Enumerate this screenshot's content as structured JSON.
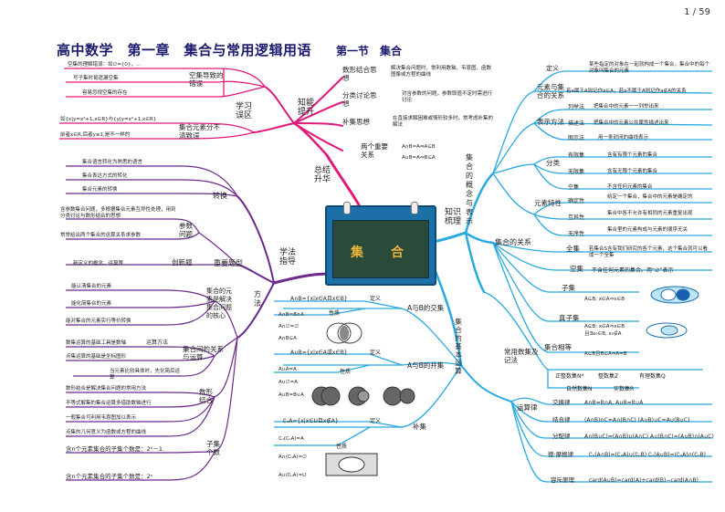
{
  "page": {
    "number": "1 / 59"
  },
  "title": "高中数学　第一章　集合与常用逻辑用语",
  "subtitle": "第一节　集合",
  "center": {
    "label": "集　合"
  },
  "branches": {
    "summary": {
      "label": "总结升华",
      "zhineng": {
        "label": "知能提升",
        "items": [
          {
            "label": "数形结合思想",
            "desc": "解决集合问题时，常利用数轴、韦恩图、函数图像或方程的曲线"
          },
          {
            "label": "分类讨论思想",
            "desc": "对含参数的问题，参数取值不定时需进行讨论"
          },
          {
            "label": "补集思想",
            "desc": "在直接求解困难或情形较多时，常考虑补集的解法"
          },
          {
            "label": "两个重要关系",
            "desc1": "A∩B=A⇔A⊆B",
            "desc2": "A∪B=A⇔B⊆A"
          }
        ]
      },
      "xuexi": {
        "label": "学习误区",
        "items": [
          {
            "label": "空集导致的错误",
            "notes": [
              "空集的理解错误：如∅={0}，…",
              "写子集时易遗漏空集",
              "容易忽视空集的存在"
            ]
          },
          {
            "label": "集合元素分不清致误",
            "notes": [
              "如{x|y=x²+1,x∈R}与{y|y=x²+1,x∈R}",
              "前者x∈R,后者y≥1,是不一样的"
            ]
          }
        ]
      }
    },
    "method": {
      "label": "学法指导",
      "zhuanhuan": {
        "label": "转换",
        "notes": [
          "集合语言转化为熟悉的语言",
          "集合表达方式的转化",
          "集合元素的转换"
        ]
      },
      "tixing": {
        "label": "重要题型",
        "canshu": {
          "label": "参数问题",
          "notes": [
            "含参数集合问题，多根据集合元素互异性处理，用到分类讨论与数形结合的思想",
            "常常给出两个集合的运算关系求参数"
          ]
        },
        "chuangxin": {
          "label": "创新题",
          "notes": [
            "新定义的概念、运算等"
          ]
        }
      },
      "fangfa": {
        "label": "方法",
        "hexin": {
          "label": "集合的元素是解决集合问题的核心",
          "notes": [
            "能认清集合的元素",
            "能化简集合的元素",
            "能对集合的元素实行等价转换"
          ]
        },
        "guanxi": {
          "label": "集合间的关系与运算",
          "sub": "运算方法",
          "notes": [
            "数集运算的基础工具是数轴",
            "点集运算的基础是坐标图形",
            "当元素比较具体时，先化简后运算"
          ]
        },
        "shuxing": {
          "label": "数形结合",
          "notes": [
            "数形结合是解决集合问题的常用方法",
            "不等式解集的集合运算多借助数轴进行",
            "一般集合可利用韦恩图加以表示",
            "点集的几何意义为函数或方程的曲线"
          ]
        },
        "ziji": {
          "label": "子集个数",
          "notes": [
            "含n个元素集合的子集个数是：2ⁿ－1",
            "含n个元素集合的子集个数是：2ⁿ"
          ]
        }
      }
    },
    "knowledge": {
      "label": "知识梳理",
      "concept": {
        "label": "集合的概念与表示",
        "yuansu": {
          "label": "元素与集合的关系",
          "items": [
            {
              "label": "定义",
              "note": "某些指定的对象在一起就构成一个集合，集合中的每个对象叫集合的元素"
            },
            {
              "label": "",
              "note": "若a属于A则记作a∈A，若a不属于A则记作a∉A的关系"
            }
          ]
        },
        "biaoshi": {
          "label": "表示方法",
          "items": [
            {
              "label": "列举法",
              "note": "把集合中的元素一一列举出来"
            },
            {
              "label": "描述法",
              "note": "把集合中的元素公共属性描述出来"
            },
            {
              "label": "图示法",
              "note": "用一条封闭的曲线表示"
            }
          ]
        },
        "fenlei": {
          "label": "分类",
          "items": [
            {
              "label": "有限集",
              "note": "含有有限个元素的集合"
            },
            {
              "label": "无限集",
              "note": "含有无限个元素的集合"
            },
            {
              "label": "空集",
              "note": "不含任何元素的集合"
            }
          ]
        },
        "texing": {
          "label": "元素特性",
          "items": [
            {
              "label": "确定性",
              "note": "给定一个集合，集合中的元素是确定的"
            },
            {
              "label": "互异性",
              "note": "集合中各不允许有相同的元素重复出现"
            },
            {
              "label": "无序性",
              "note": "集合里的元素构成与元素的顺序无关"
            }
          ]
        }
      },
      "relation": {
        "label": "集合的关系",
        "quanji": {
          "label": "全集",
          "note": "若集合S含有我们研究的各个元素，这个集合就可以看成一个全集"
        },
        "kongji": {
          "label": "空集",
          "note": "不含任何元素的集合。用“∅”表示"
        },
        "ziji": {
          "label": "子集",
          "note": "A⊆B; x∈A⇒x∈B"
        },
        "zhenziji": {
          "label": "真子集",
          "note1": "A⊊B; x∈A⇒x∈B",
          "note2": "且∃x₀∈B, x₀∉A"
        },
        "xiangdeng": {
          "label": "集合相等",
          "note": "A⊆B且B⊆A⇔A=B"
        }
      },
      "symbols": {
        "label": "常用数集及记法",
        "items": [
          {
            "label": "正整数集N*"
          },
          {
            "label": "整数集Z"
          },
          {
            "label": "有理数集Q"
          },
          {
            "label": "自然数集N"
          },
          {
            "label": "实数集R"
          }
        ]
      },
      "operations": {
        "label": "集合的基本运算",
        "jiao": {
          "label": "A与B的交集",
          "def": "A∩B={x|x∈A且x∈B}",
          "deflabel": "定义",
          "prop": "性质",
          "props": [
            "A∩B=B∩A",
            "A∩∅=∅",
            "A∩B⊆A"
          ]
        },
        "bing": {
          "label": "A与B的并集",
          "def": "A∪B={x|x∈A或x∈B}",
          "deflabel": "定义",
          "prop": "性质",
          "props": [
            "A∪A=A",
            "A∪∅=A",
            "A∪B=B∪A"
          ]
        },
        "bu": {
          "label": "补集",
          "def": "∁ᵤA={x|x∈U且x∉A}",
          "deflabel": "定义",
          "prop": "性质",
          "props": [
            "∁ᵤ(∁ᵤA)=A",
            "A∩(∁ᵤA)=∅",
            "A∪(∁ᵤA)=U"
          ]
        }
      },
      "laws": {
        "label": "运算律",
        "items": [
          {
            "label": "交换律",
            "note": "A∩B=B∩A, A∪B=B∪A"
          },
          {
            "label": "结合律",
            "note": "(A∩B)∩C=A∩(B∩C)  (A∪B)∪C=A∪(B∪C)"
          },
          {
            "label": "分配律",
            "note": "A∩(B∪C)=(A∩B)∪(A∩C)  A∪(B∩C)=(A∪B)∩(A∪C)"
          },
          {
            "label": "德·摩根律",
            "note": "∁ᵤ(A∩B)=(∁ᵤA)∪(∁ᵤB)  ∁ᵤ(A∪B)=(∁ᵤA)∩(∁ᵤB)"
          },
          {
            "label": "容斥原理",
            "note": "card(A∪B)=card(A)+card(B)−card(A∩B)"
          }
        ]
      }
    }
  },
  "colors": {
    "summary": "#e0197a",
    "method": "#6b2a8c",
    "knowledge": "#29a9e0",
    "title": "#1a1a6e"
  }
}
